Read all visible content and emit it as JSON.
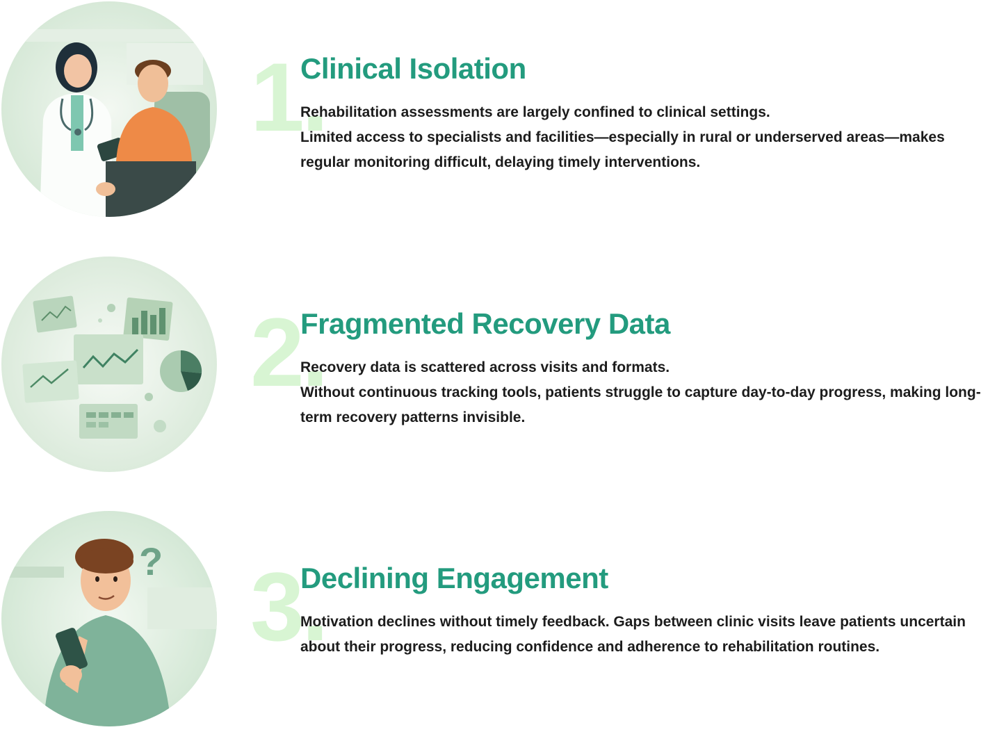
{
  "items": [
    {
      "number": "1.",
      "title": "Clinical Isolation",
      "lines": [
        "Rehabilitation assessments are largely confined to clinical settings.",
        "Limited access to specialists and facilities—especially in rural or underserved areas—makes regular monitoring difficult, delaying timely interventions."
      ],
      "illustration": "doctor-patient-consultation-illustration"
    },
    {
      "number": "2.",
      "title": "Fragmented Recovery Data",
      "lines": [
        "Recovery data is scattered across visits and formats.",
        "Without continuous tracking tools, patients struggle to capture day-to-day progress, making long-term recovery patterns invisible."
      ],
      "illustration": "scattered-charts-illustration"
    },
    {
      "number": "3.",
      "title": "Declining Engagement",
      "lines": [
        "Motivation declines without timely feedback. Gaps between clinic visits leave patients uncertain about their progress, reducing confidence and adherence to rehabilitation routines."
      ],
      "illustration": "confused-man-with-phone-illustration"
    }
  ],
  "colors": {
    "title": "#239b7e",
    "number": "#d8f5d3",
    "body": "#1c1c1c",
    "illustration_bg": "#e6f1e6"
  }
}
